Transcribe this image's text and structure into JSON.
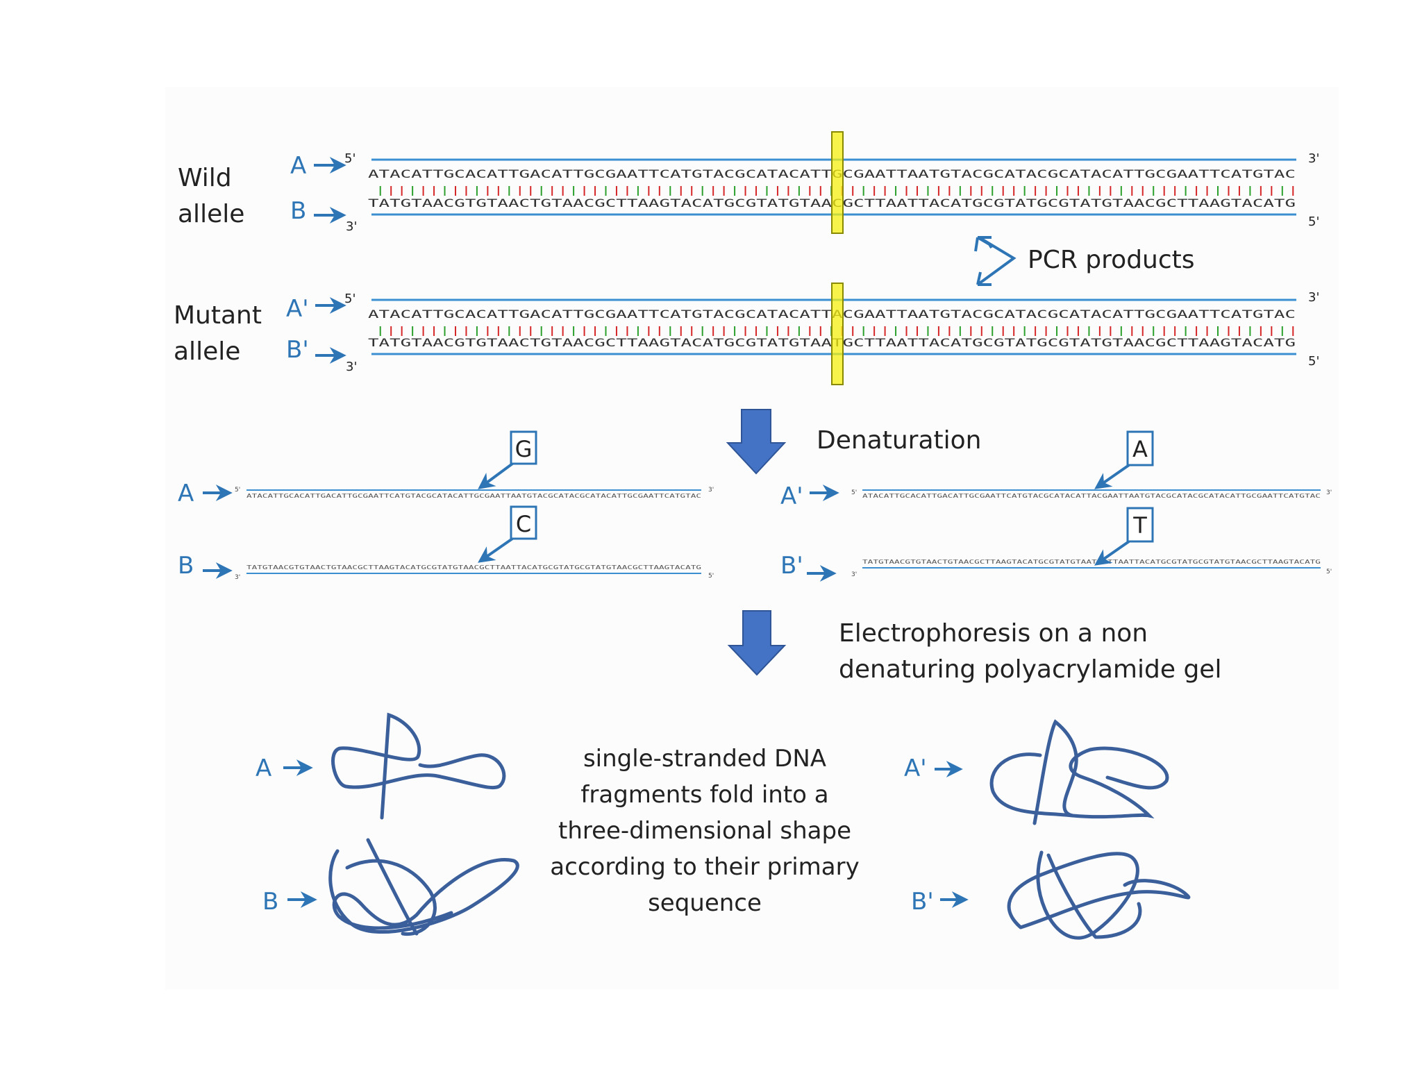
{
  "colors": {
    "accent_blue": "#2E75B6",
    "dna_blue": "#3B8FD0",
    "arrow_fill": "#4472C4",
    "squiggle": "#3A5F9A",
    "highlight": "#F5F010",
    "text": "#222222",
    "tick_red": "#D62728",
    "tick_green": "#2CA02C"
  },
  "wild": {
    "label_line1": "Wild",
    "label_line2": "allele",
    "strand_a": "A",
    "strand_b": "B",
    "five_prime": "5'",
    "three_prime": "3'",
    "seq_top": "ATACATTGCACATTGACATTGCGAATTCATGTACGCATACATTGCGAATTAATGTACGCATACGCATACATTGCGAATTCATGTAC",
    "seq_bottom": "TATGTAACGTGTAACTGTAACGCTTAAGTACATGCGTATGTAACGCTTAATTACATGCGTATGCGTATGTAACGCTTAAGTACATG"
  },
  "mutant": {
    "label_line1": "Mutant",
    "label_line2": "allele",
    "strand_a": "A'",
    "strand_b": "B'",
    "five_prime": "5'",
    "three_prime": "3'",
    "seq_top": "ATACATTGCACATTGACATTGCGAATTCATGTACGCATACATTACGAATTAATGTACGCATACGCATACATTGCGAATTCATGTAC",
    "seq_bottom": "TATGTAACGTGTAACTGTAACGCTTAAGTACATGCGTATGTAATGCTTAATTACATGCGTATGCGTATGTAACGCTTAAGTACATG"
  },
  "pcr_label": "PCR products",
  "denaturation_label": "Denaturation",
  "single_strands": {
    "a_label": "A",
    "b_label": "B",
    "a_prime_label": "A'",
    "b_prime_label": "B'",
    "callout_g": "G",
    "callout_c": "C",
    "callout_a": "A",
    "callout_t": "T",
    "five_prime": "5'",
    "three_prime": "3'",
    "seq_a": "ATACATTGCACATTGACATTGCGAATTCATGTACGCATACATTGCGAATTAATGTACGCATACGCATACATTGCGAATTCATGTAC",
    "seq_b": "TATGTAACGTGTAACTGTAACGCTTAAGTACATGCGTATGTAACGCTTAATTACATGCGTATGCGTATGTAACGCTTAAGTACATG",
    "seq_a_prime": "ATACATTGCACATTGACATTGCGAATTCATGTACGCATACATTACGAATTAATGTACGCATACGCATACATTGCGAATTCATGTAC",
    "seq_b_prime": "TATGTAACGTGTAACTGTAACGCTTAAGTACATGCGTATGTAATGCTTAATTACATGCGTATGCGTATGTAACGCTTAAGTACATG"
  },
  "electrophoresis_line1": "Electrophoresis on a non",
  "electrophoresis_line2": "denaturing polyacrylamide gel",
  "folded": {
    "a_label": "A",
    "b_label": "B",
    "a_prime_label": "A'",
    "b_prime_label": "B'",
    "caption_lines": [
      "single-stranded DNA",
      "fragments fold into a",
      "three-dimensional shape",
      "according to their primary",
      "sequence"
    ]
  }
}
